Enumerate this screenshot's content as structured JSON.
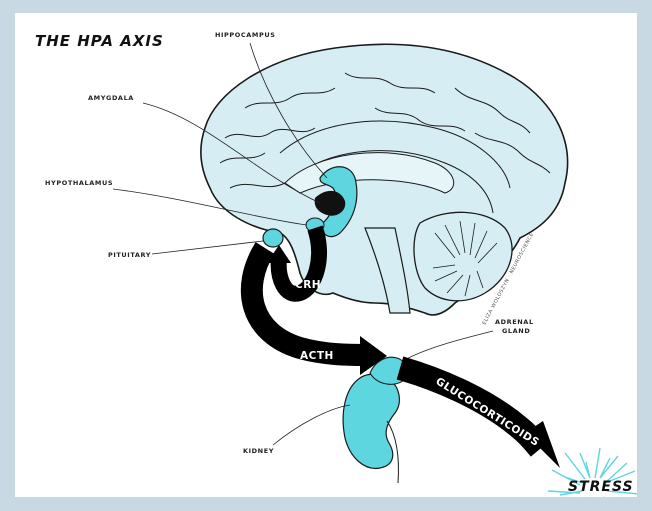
{
  "title": "THE HPA AXIS",
  "labels": {
    "hippocampus": "HIPPOCAMPUS",
    "amygdala": "AMYGDALA",
    "hypothalamus": "HYPOTHALAMUS",
    "pituitary": "PITUITARY",
    "adrenal_line1": "ADRENAL",
    "adrenal_line2": "GLAND",
    "kidney": "KIDNEY"
  },
  "arrows": {
    "crh": "CRH",
    "acth": "ACTH",
    "glucocorticoids": "GLUCOCORTICOIDS"
  },
  "stress": "STRESS",
  "signature": "ELIZA WOLOSZYN · NEUROSCIENCE",
  "colors": {
    "background": "#c9d9e3",
    "brain": "#d6eef3",
    "organ_cyan": "#5ed6e0",
    "outline": "#1a1a1a"
  }
}
